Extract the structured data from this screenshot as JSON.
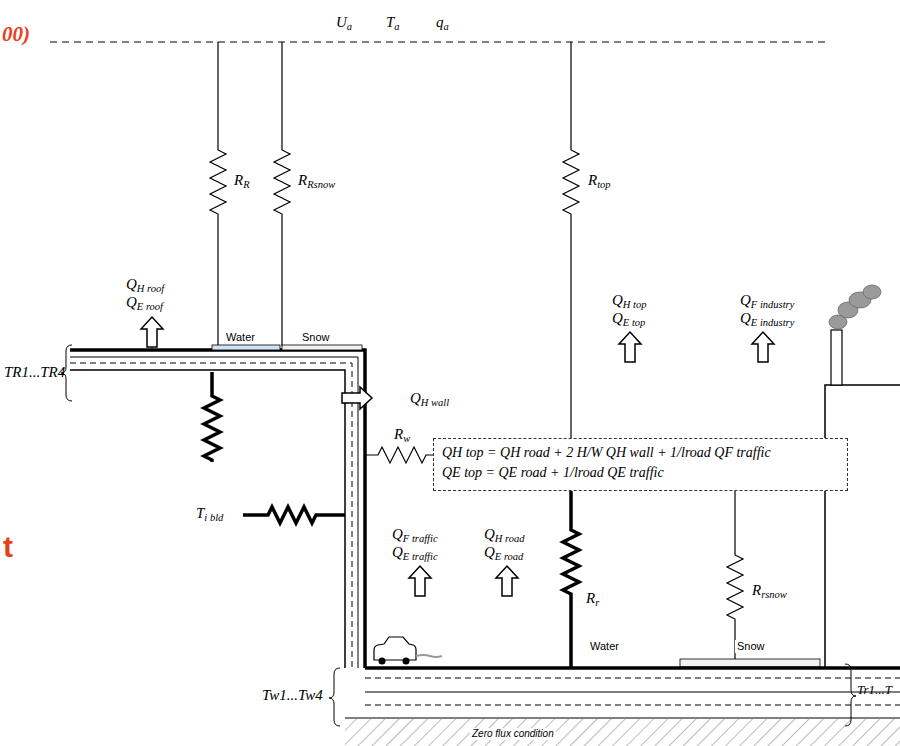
{
  "diagram": {
    "nodes": [
      {
        "text": [
          "QH top = QH road + 2 H/W QH wall + 1/lroad QF traffic",
          "QE top = QE road + 1/lroad QE traffic"
        ]
      }
    ],
    "labels": [
      "00)",
      "Ua",
      "Ta",
      "qa",
      "RR",
      "RRsnow",
      "Rtop",
      "QH roof",
      "QE roof",
      "QH top",
      "QE top",
      "QF industry",
      "QE industry",
      "Water",
      "Snow",
      "TR1...TR4",
      "QH wall",
      "Rw",
      "Ti bld",
      "QF traffic",
      "QE traffic",
      "QH road",
      "QE road",
      "Rr",
      "Water",
      "Rrsnow",
      "Snow",
      "Tw1...Tw4",
      "Tr1...T",
      "Zero flux condition",
      "t"
    ]
  }
}
